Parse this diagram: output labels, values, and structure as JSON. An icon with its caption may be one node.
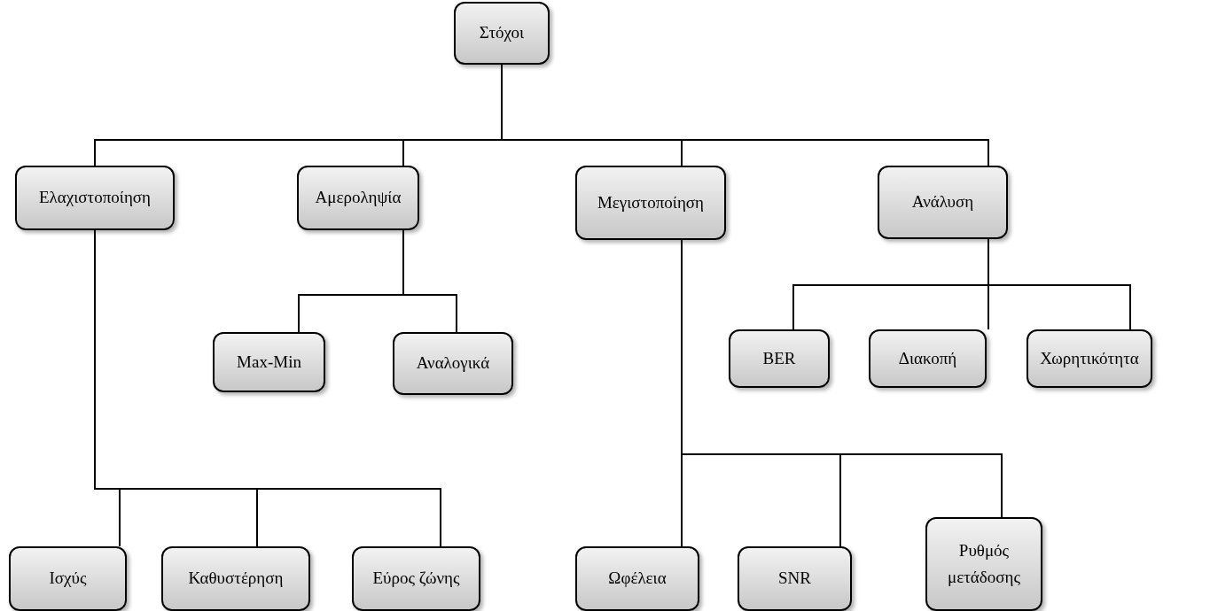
{
  "diagram": {
    "nodes": [
      {
        "text": [
          "Στόχοι"
        ]
      },
      {
        "text": [
          "Ελαχιστοποίηση"
        ]
      },
      {
        "text": [
          "Αμεροληψία"
        ]
      },
      {
        "text": [
          "Μεγιστοποίηση"
        ]
      },
      {
        "text": [
          "Ανάλυση"
        ]
      },
      {
        "text": [
          "Max-Min"
        ]
      },
      {
        "text": [
          "Αναλογικά"
        ]
      },
      {
        "text": [
          "BER"
        ]
      },
      {
        "text": [
          "Διακοπή"
        ]
      },
      {
        "text": [
          "Χωρητικότητα"
        ]
      },
      {
        "text": [
          "Ισχύς"
        ]
      },
      {
        "text": [
          "Καθυστέρηση"
        ]
      },
      {
        "text": [
          "Εύρος ζώνης"
        ]
      },
      {
        "text": [
          "Ωφέλεια"
        ]
      },
      {
        "text": [
          "SNR"
        ]
      },
      {
        "text": [
          "Ρυθμός μετάδοσης"
        ]
      }
    ],
    "edges": [
      {
        "from": 0,
        "to": 1,
        "arrow": "none"
      },
      {
        "from": 0,
        "to": 2,
        "arrow": "none"
      },
      {
        "from": 0,
        "to": 3,
        "arrow": "none"
      },
      {
        "from": 0,
        "to": 4,
        "arrow": "none"
      },
      {
        "from": 2,
        "to": 5,
        "arrow": "none"
      },
      {
        "from": 2,
        "to": 6,
        "arrow": "none"
      },
      {
        "from": 4,
        "to": 7,
        "arrow": "none"
      },
      {
        "from": 4,
        "to": 8,
        "arrow": "none"
      },
      {
        "from": 4,
        "to": 9,
        "arrow": "none"
      },
      {
        "from": 1,
        "to": 10,
        "arrow": "none"
      },
      {
        "from": 1,
        "to": 11,
        "arrow": "none"
      },
      {
        "from": 1,
        "to": 12,
        "arrow": "none"
      },
      {
        "from": 3,
        "to": 13,
        "arrow": "none"
      },
      {
        "from": 3,
        "to": 14,
        "arrow": "none"
      },
      {
        "from": 3,
        "to": 15,
        "arrow": "none"
      }
    ]
  }
}
